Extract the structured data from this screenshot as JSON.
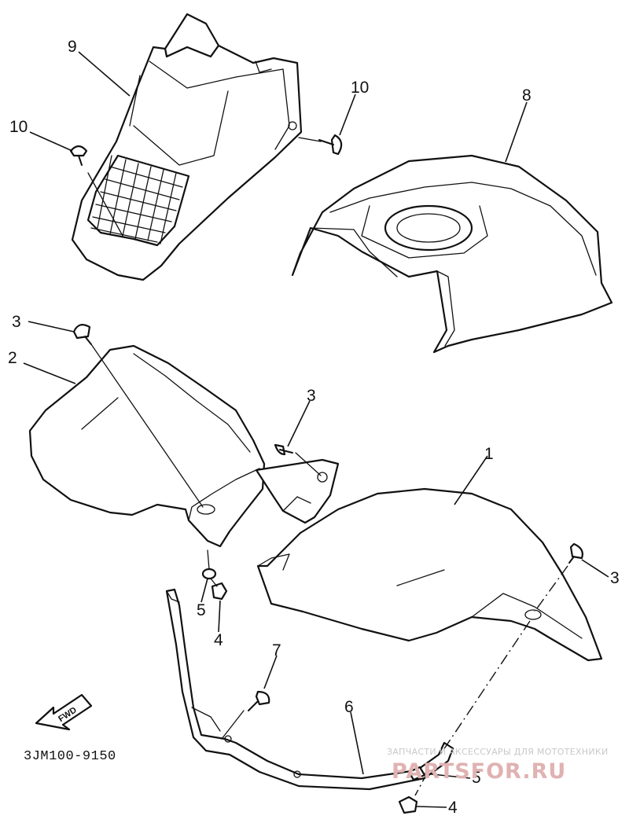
{
  "diagram_code": "3JM100-9150",
  "fwd_label": "FWD",
  "callouts": {
    "c1": "1",
    "c2": "2",
    "c3a": "3",
    "c3b": "3",
    "c3c": "3",
    "c4a": "4",
    "c4b": "4",
    "c5a": "5",
    "c5b": "5",
    "c6": "6",
    "c7": "7",
    "c8": "8",
    "c9": "9",
    "c10a": "10",
    "c10b": "10"
  },
  "watermark": {
    "tagline": "ЗАПЧАСТИ И АКСЕССУАРЫ ДЛЯ МОТОТЕХНИКИ",
    "brand": "PARTSFOR.RU"
  }
}
